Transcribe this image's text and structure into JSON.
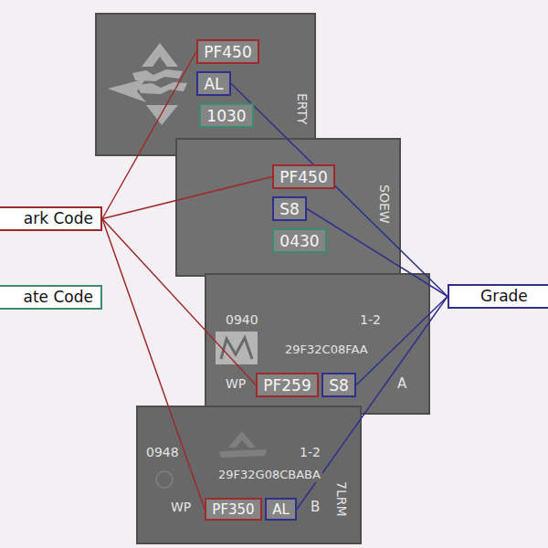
{
  "diagram": {
    "nodes": [
      {
        "text": [
          "ERTY"
        ]
      },
      {
        "text": [
          "PF450"
        ],
        "in": 0
      },
      {
        "text": [
          "AL"
        ],
        "in": 0
      },
      {
        "text": [
          "1030"
        ],
        "in": 0
      },
      {
        "text": [
          "SOEW"
        ]
      },
      {
        "text": [
          "PF450"
        ],
        "in": 4
      },
      {
        "text": [
          "S8"
        ],
        "in": 4
      },
      {
        "text": [
          "0430"
        ],
        "in": 4
      },
      {
        "text": [
          "ark Code"
        ]
      },
      {
        "text": [
          "ate Code"
        ]
      },
      {
        "text": [
          "Grade"
        ]
      },
      {
        "text": [
          "0940",
          "1-2",
          "29F32C08FAA",
          "WP",
          "A"
        ]
      },
      {
        "text": [
          "PF259"
        ],
        "in": 11
      },
      {
        "text": [
          "S8"
        ],
        "in": 11
      },
      {
        "text": [
          "0948",
          "1-2",
          "29F32G08CBABA",
          "WP",
          "B",
          "7LRM"
        ]
      },
      {
        "text": [
          "PF350"
        ],
        "in": 14
      },
      {
        "text": [
          "AL"
        ],
        "in": 14
      }
    ],
    "edges": [
      {
        "from": 8,
        "to": 1,
        "arrow": "none"
      },
      {
        "from": 8,
        "to": 5,
        "arrow": "none"
      },
      {
        "from": 8,
        "to": 12,
        "arrow": "none"
      },
      {
        "from": 8,
        "to": 15,
        "arrow": "none"
      },
      {
        "from": 10,
        "to": 2,
        "arrow": "none"
      },
      {
        "from": 10,
        "to": 6,
        "arrow": "none"
      },
      {
        "from": 10,
        "to": 13,
        "arrow": "none"
      },
      {
        "from": 10,
        "to": 16,
        "arrow": "none"
      }
    ]
  }
}
